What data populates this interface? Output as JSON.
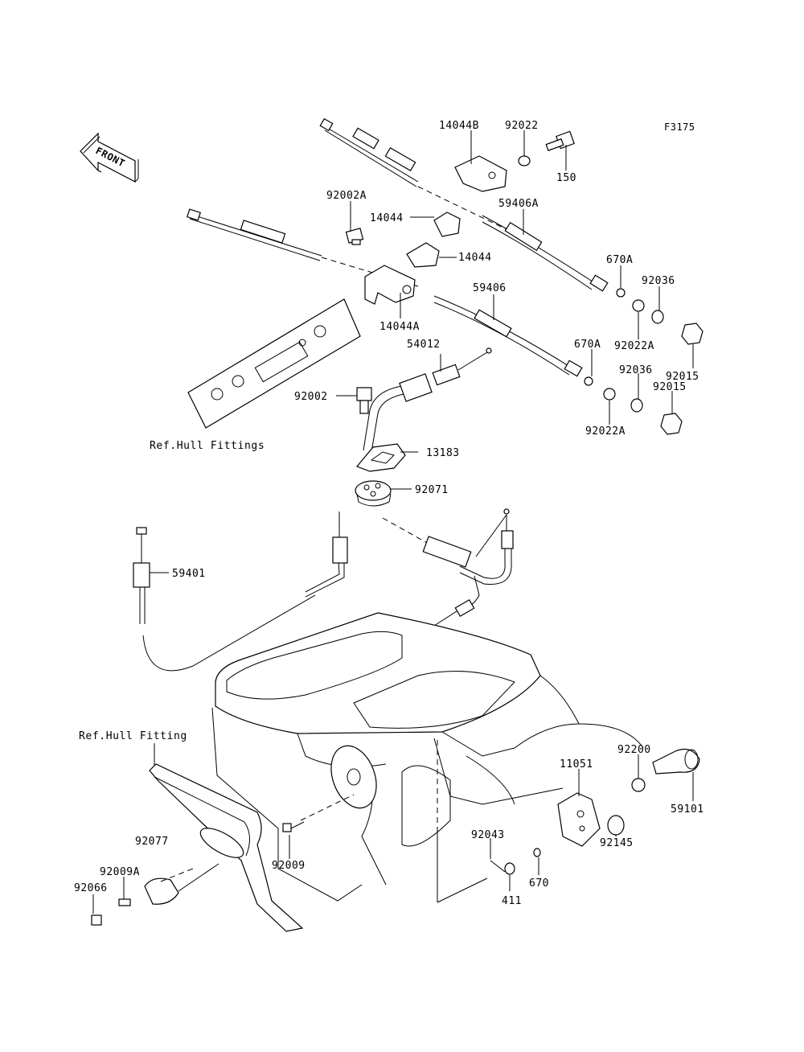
{
  "figure_code": "F3175",
  "front_label": "FRONT",
  "ref_labels": {
    "hull_fittings": "Ref.Hull Fittings",
    "hull_fitting": "Ref.Hull Fitting"
  },
  "parts": {
    "p14044B": "14044B",
    "p92022": "92022",
    "p150": "150",
    "p92002A": "92002A",
    "p14044_upper": "14044",
    "p59406A": "59406A",
    "p14044_lower": "14044",
    "p670A_upper": "670A",
    "p92036_upper": "92036",
    "p59406": "59406",
    "p14044A": "14044A",
    "p92022A_upper": "92022A",
    "p54012": "54012",
    "p670A_lower": "670A",
    "p92015_upper": "92015",
    "p92036_lower": "92036",
    "p92015_lower": "92015",
    "p92002": "92002",
    "p92022A_lower": "92022A",
    "p13183": "13183",
    "p92071": "92071",
    "p59401": "59401",
    "p92200": "92200",
    "p11051": "11051",
    "p59101": "59101",
    "p92077": "92077",
    "p92043": "92043",
    "p92145": "92145",
    "p92009A": "92009A",
    "p92009": "92009",
    "p670": "670",
    "p92066": "92066",
    "p411": "411"
  }
}
